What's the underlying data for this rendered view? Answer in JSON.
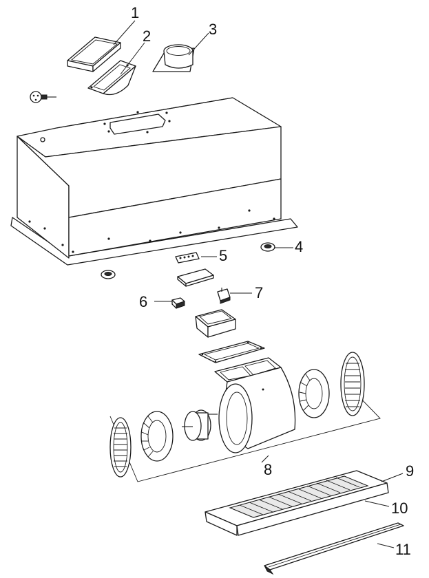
{
  "diagram": {
    "labels": [
      {
        "id": "1",
        "text": "1"
      },
      {
        "id": "2",
        "text": "2"
      },
      {
        "id": "3",
        "text": "3"
      },
      {
        "id": "4",
        "text": "4"
      },
      {
        "id": "5",
        "text": "5"
      },
      {
        "id": "6",
        "text": "6"
      },
      {
        "id": "7",
        "text": "7"
      },
      {
        "id": "8",
        "text": "8"
      },
      {
        "id": "9",
        "text": "9"
      },
      {
        "id": "10",
        "text": "10"
      },
      {
        "id": "11",
        "text": "11"
      }
    ]
  }
}
